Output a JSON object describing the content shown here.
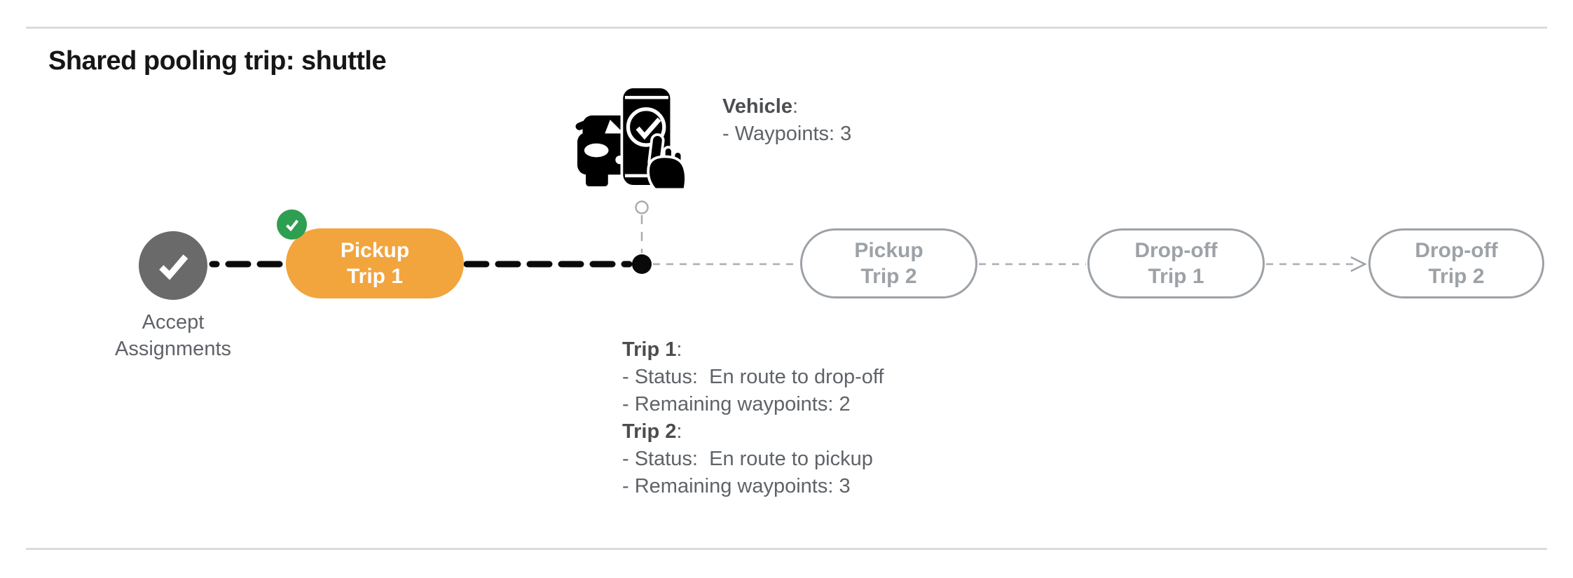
{
  "page": {
    "title": "Shared pooling trip: shuttle"
  },
  "timeline": {
    "accept": {
      "line1": "Accept",
      "line2": "Assignments",
      "state": "completed",
      "icon": "check-icon"
    },
    "pills": [
      {
        "line1": "Pickup",
        "line2": "Trip 1",
        "state": "current",
        "badge_icon": "check-icon"
      },
      {
        "line1": "Pickup",
        "line2": "Trip 2",
        "state": "upcoming"
      },
      {
        "line1": "Drop-off",
        "line2": "Trip 1",
        "state": "upcoming"
      },
      {
        "line1": "Drop-off",
        "line2": "Trip 2",
        "state": "upcoming"
      }
    ],
    "vehicle_position": {
      "icon": "vehicle-position-dot"
    }
  },
  "vehicle_info": {
    "label": "Vehicle",
    "colon": ":",
    "waypoints": "- Waypoints: 3"
  },
  "trip_info": {
    "trip1": {
      "label": "Trip 1",
      "colon": ":",
      "status": "- Status:  En route to drop-off",
      "waypoints": "- Remaining waypoints: 2"
    },
    "trip2": {
      "label": "Trip 2",
      "colon": ":",
      "status": "- Status:  En route to pickup",
      "waypoints": "- Remaining waypoints: 3"
    }
  },
  "icons": {
    "vehicle": "car-with-phone-check-icon",
    "completed_node": "check-icon",
    "completed_badge": "check-icon",
    "current_position": "vehicle-position-dot"
  },
  "colors": {
    "accent_orange": "#f2a43d",
    "success_green": "#2e9e50",
    "completed_gray": "#6a6a6a",
    "upcoming_gray": "#9da2a7",
    "text_gray": "#5f6368",
    "connector_black": "#0a0a0a",
    "connector_gray": "#adadad",
    "divider_gray": "#dbdbdb"
  }
}
